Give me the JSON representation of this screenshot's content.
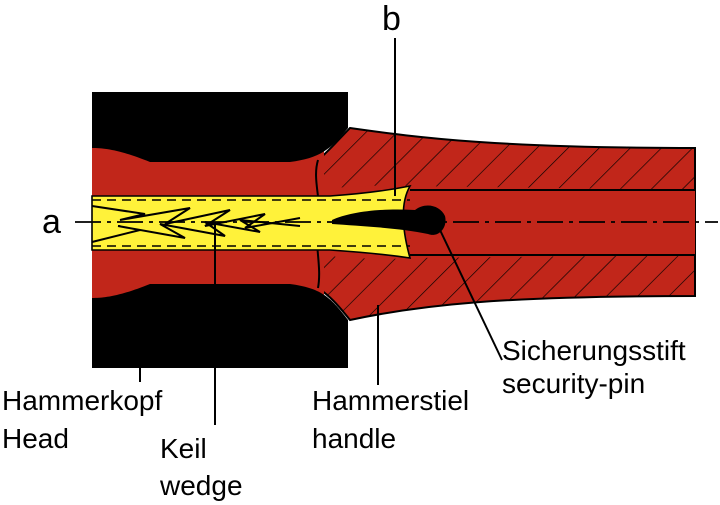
{
  "labels": {
    "a": "a",
    "b": "b",
    "hammerkopf": "Hammerkopf",
    "head": "Head",
    "keil": "Keil",
    "wedge": "wedge",
    "hammerstiel": "Hammerstiel",
    "handle": "handle",
    "sicherungsstift": "Sicherungsstift",
    "security_pin": "security-pin"
  },
  "colors": {
    "wood": "#c1261a",
    "head_steel": "#000000",
    "wedge": "#fff23a",
    "hatch": "#000000",
    "background": "#ffffff"
  }
}
